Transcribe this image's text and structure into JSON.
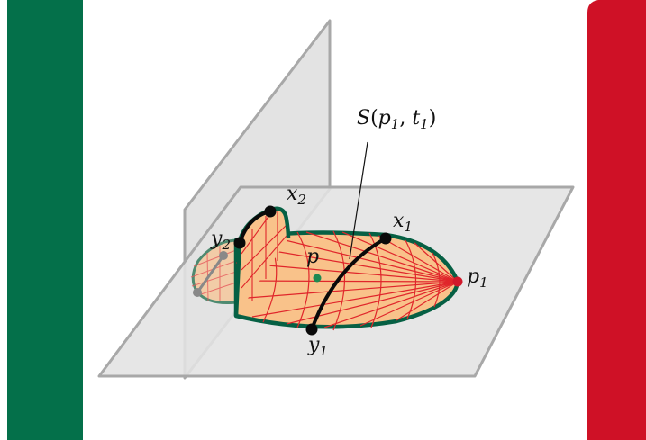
{
  "colors": {
    "left_band": "#04704a",
    "right_band": "#cf1126",
    "plane_fill": "#e3e3e3",
    "plane_stroke": "#a8a8a8",
    "region_fill": "#f9c28a",
    "region_edge": "#066044",
    "mesh": "#e0262b",
    "path": "#0a0a0a",
    "center_point": "#1f8a52",
    "apex_point": "#d0182a"
  },
  "labels": {
    "surface": {
      "pre": "S",
      "open": "(",
      "p": "p",
      "p_sub": "1",
      "comma": ", ",
      "t": "t",
      "t_sub": "1",
      "close": ")"
    },
    "x2": {
      "base": "x",
      "sub": "2"
    },
    "x1": {
      "base": "x",
      "sub": "1"
    },
    "y2": {
      "base": "y",
      "sub": "2"
    },
    "y1": {
      "base": "y",
      "sub": "1"
    },
    "p": {
      "base": "p"
    },
    "p1": {
      "base": "p",
      "sub": "1"
    }
  }
}
